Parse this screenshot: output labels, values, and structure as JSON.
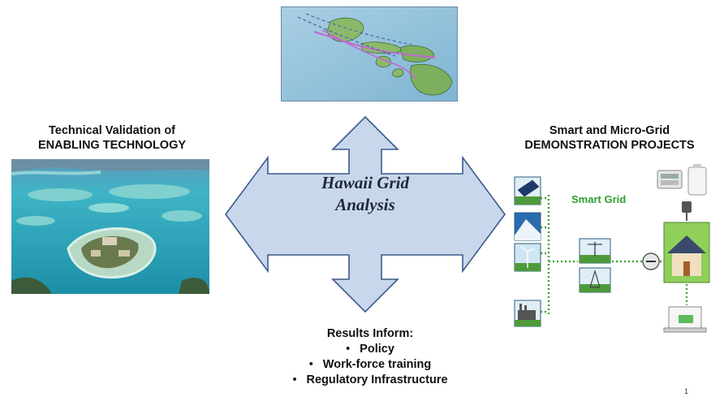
{
  "center": {
    "line1": "Hawaii Grid",
    "line2": "Analysis"
  },
  "left_heading": {
    "line1": "Technical Validation  of",
    "line2": "ENABLING TECHNOLOGY"
  },
  "right_heading": {
    "line1": "Smart and Micro-Grid",
    "line2": "DEMONSTRATION  PROJECTS"
  },
  "smart_grid_label": "Smart Grid",
  "results": {
    "title": "Results Inform:",
    "items": [
      "Policy",
      "Work-force training",
      "Regulatory Infrastructure"
    ]
  },
  "page_number": "1",
  "colors": {
    "arrow_fill": "#c9d7ec",
    "arrow_stroke": "#3b5a8c",
    "smart_grid_text": "#2e9e2e",
    "dotted_connector": "#3aa63a"
  },
  "icons": [
    "hawaii-map-image",
    "island-aerial-photo",
    "solar-panel-icon",
    "mountain-icon",
    "wind-turbine-icon",
    "factory-icon",
    "power-line-icon",
    "smart-meter-icon",
    "battery-icon",
    "plug-icon",
    "meter-dial-icon",
    "solar-house-icon",
    "laptop-icon"
  ]
}
